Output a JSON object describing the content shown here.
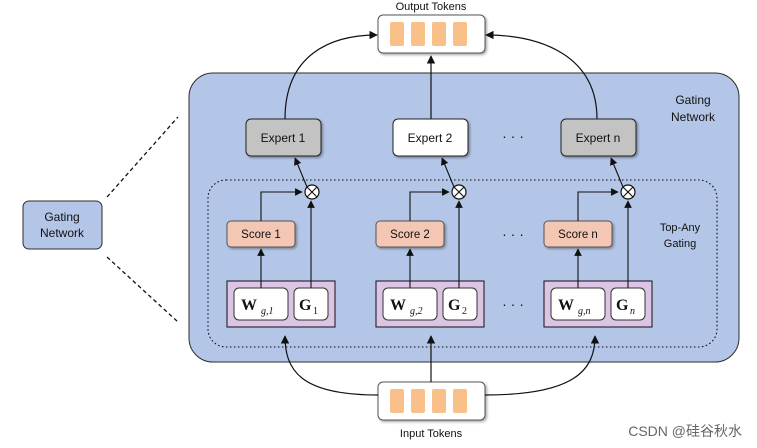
{
  "output_tokens": {
    "label": "Output Tokens"
  },
  "input_tokens": {
    "label": "Input Tokens"
  },
  "gating_network_outer": {
    "line1": "Gating",
    "line2": "Network"
  },
  "gating_network_side": {
    "line1": "Gating",
    "line2": "Network"
  },
  "top_any_gating": {
    "line1": "Top-Any",
    "line2": "Gating"
  },
  "experts": [
    {
      "label": "Expert 1",
      "style": "gray"
    },
    {
      "label": "Expert 2",
      "style": "white"
    },
    {
      "label": "Expert n",
      "style": "gray"
    }
  ],
  "scores": [
    {
      "label": "Score 1"
    },
    {
      "label": "Score 2"
    },
    {
      "label": "Score n"
    }
  ],
  "gating_params": [
    {
      "w_sub": "g,1",
      "g_sub": "1"
    },
    {
      "w_sub": "g,2",
      "g_sub": "2"
    },
    {
      "w_sub": "g,n",
      "g_sub": "n"
    }
  ],
  "ellipsis": "· · ·",
  "watermark": "CSDN @硅谷秋水",
  "colors": {
    "gating_bg": "#b4c6e7",
    "token_cell": "#f9c08a",
    "score_fill": "#f4c7b4",
    "param_fill": "#dcc4e4",
    "expert_gray": "#c3c3c3"
  }
}
